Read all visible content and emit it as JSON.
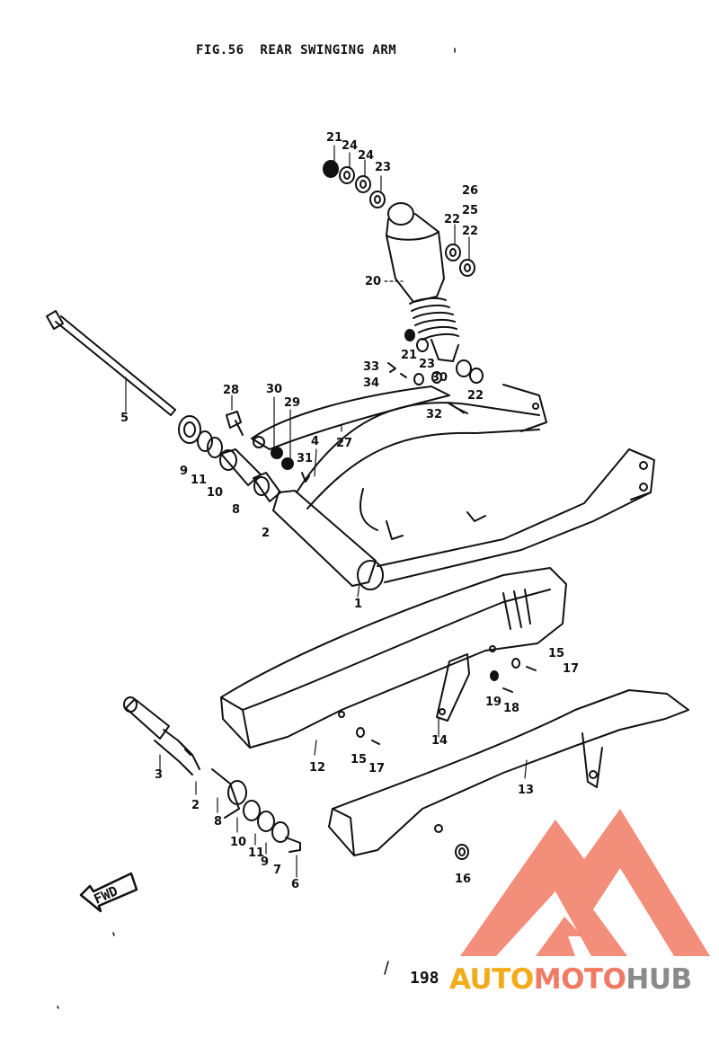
{
  "figure_title": "FIG.56  REAR SWINGING ARM",
  "page_number": "198",
  "fwd_label": "FWD",
  "watermark": {
    "part1": "AUTO",
    "part2": "MOTO",
    "part3": "HUB"
  },
  "callouts": {
    "c1": "1",
    "c2a": "2",
    "c2b": "2",
    "c3": "3",
    "c4": "4",
    "c5": "5",
    "c6": "6",
    "c7": "7",
    "c8a": "8",
    "c8b": "8",
    "c9a": "9",
    "c9b": "9",
    "c10a": "10",
    "c10b": "10",
    "c11a": "11",
    "c11b": "11",
    "c12": "12",
    "c13": "13",
    "c14": "14",
    "c15a": "15",
    "c15b": "15",
    "c16": "16",
    "c17a": "17",
    "c17b": "17",
    "c18": "18",
    "c19": "19",
    "c20": "20",
    "c21a": "21",
    "c21b": "21",
    "c22a": "22",
    "c22b": "22",
    "c22c": "22",
    "c23a": "23",
    "c23b": "23",
    "c24a": "24",
    "c24b": "24",
    "c25": "25",
    "c26": "26",
    "c27": "27",
    "c28": "28",
    "c29": "29",
    "c30a": "30",
    "c30b": "30",
    "c31": "31",
    "c32": "32",
    "c33": "33",
    "c34": "34"
  },
  "colors": {
    "line": "#111111",
    "wm_red": "#f07a63",
    "wm_orange": "#f2ac1b",
    "wm_gray": "#8a8a8a"
  }
}
